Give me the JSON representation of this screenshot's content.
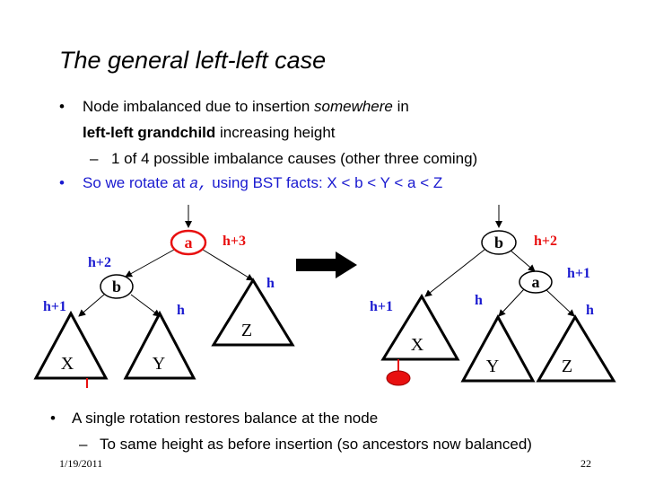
{
  "slide": {
    "title": "The general left-left case",
    "bullet_glyph": "•",
    "dash_glyph": "–",
    "b1": {
      "part1": "Node imbalanced due to insertion ",
      "part2_italic": "somewhere",
      "part3": " in",
      "line2_bold": "left-left grandchild",
      "line2_rest": " increasing height"
    },
    "sub1": "1 of 4 possible imbalance causes (other three coming)",
    "b2": {
      "part1": "So we rotate at ",
      "code": "a,",
      "part2": " using BST facts: X < b < Y < a < Z"
    },
    "b3": "A single rotation restores balance at the node",
    "sub2": "To same height as before insertion (so ancestors now balanced)",
    "footer_date": "1/19/2011",
    "footer_page": "22"
  },
  "diagram": {
    "before": {
      "root": "a",
      "root_height": "h+3",
      "child": "b",
      "child_height": "h+2",
      "x_label": "X",
      "x_height": "h+1",
      "y_label": "Y",
      "y_height": "h",
      "z_label": "Z",
      "z_height": "h"
    },
    "after": {
      "root": "b",
      "root_height": "h+2",
      "child": "a",
      "child_height": "h+1",
      "x_label": "X",
      "x_height": "h+1",
      "y_label": "Y",
      "y_height": "h",
      "z_label": "Z",
      "z_height": "h"
    },
    "colors": {
      "highlight": "#e81010",
      "text_blue": "#1a1ad0",
      "arrow": "#000000"
    }
  }
}
